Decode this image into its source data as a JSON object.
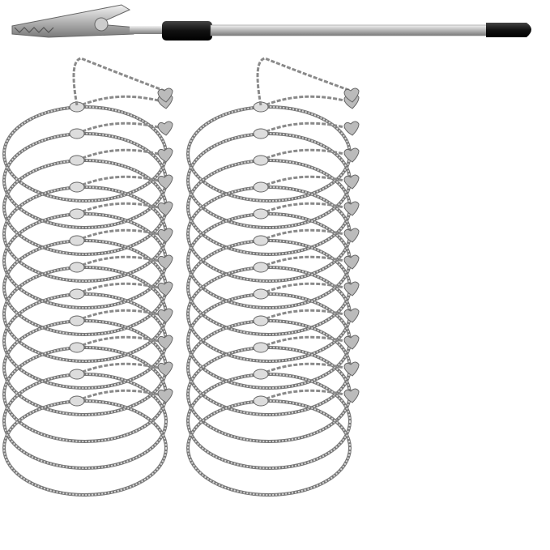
{
  "image": {
    "subject": "bracelets-with-clip-tool",
    "colors": {
      "background": "#ffffff",
      "silver": "#9a9a9a",
      "silver_light": "#d8d8d8",
      "rubber_black": "#1a1a1a"
    },
    "bracelet_columns": 2,
    "bracelets_per_column": 12
  }
}
